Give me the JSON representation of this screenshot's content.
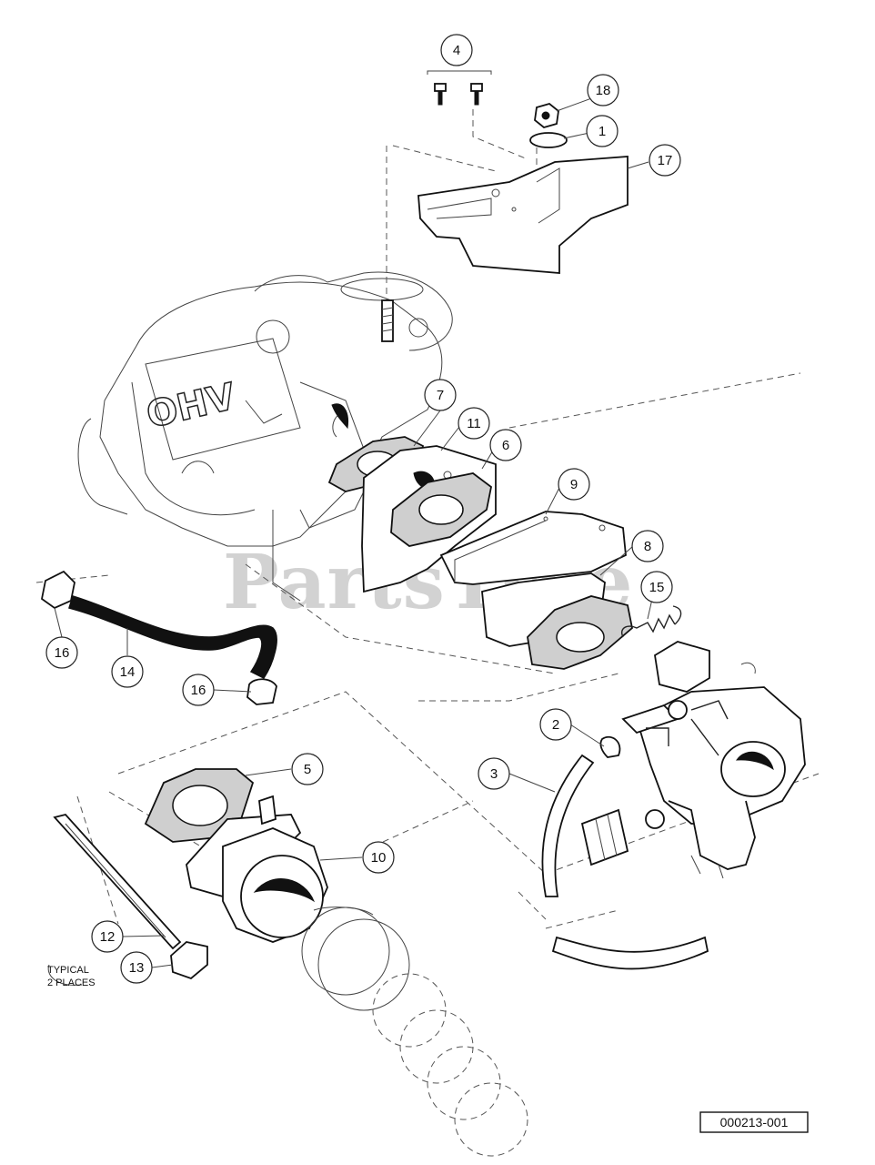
{
  "watermark": "PartsTree",
  "engine_badge": "OHV",
  "note": {
    "line1": "TYPICAL",
    "line2": "2 PLACES"
  },
  "figure_code": "000213-001",
  "callouts": [
    {
      "id": "callout-4",
      "number": "4"
    },
    {
      "id": "callout-18",
      "number": "18"
    },
    {
      "id": "callout-1",
      "number": "1"
    },
    {
      "id": "callout-17",
      "number": "17"
    },
    {
      "id": "callout-7",
      "number": "7"
    },
    {
      "id": "callout-11",
      "number": "11"
    },
    {
      "id": "callout-6",
      "number": "6"
    },
    {
      "id": "callout-9",
      "number": "9"
    },
    {
      "id": "callout-8",
      "number": "8"
    },
    {
      "id": "callout-15",
      "number": "15"
    },
    {
      "id": "callout-16a",
      "number": "16"
    },
    {
      "id": "callout-14",
      "number": "14"
    },
    {
      "id": "callout-16b",
      "number": "16"
    },
    {
      "id": "callout-2",
      "number": "2"
    },
    {
      "id": "callout-3",
      "number": "3"
    },
    {
      "id": "callout-5",
      "number": "5"
    },
    {
      "id": "callout-10",
      "number": "10"
    },
    {
      "id": "callout-12",
      "number": "12"
    },
    {
      "id": "callout-13",
      "number": "13"
    }
  ]
}
